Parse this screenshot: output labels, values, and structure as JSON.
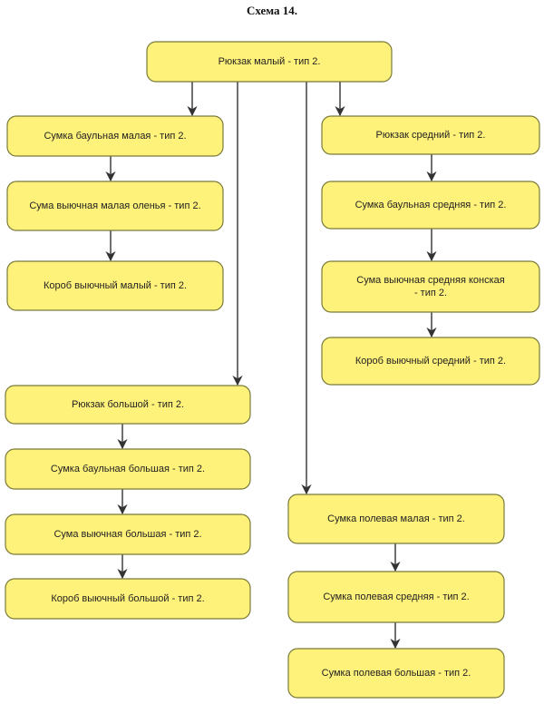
{
  "title": "Схема 14.",
  "colors": {
    "node_fill": "#fff27a",
    "node_stroke": "#7a7a3a",
    "edge": "#333333"
  },
  "nodes": [
    {
      "id": "n0",
      "lines": [
        "Рюкзак малый - тип 2."
      ]
    },
    {
      "id": "n1",
      "lines": [
        "Сумка баульная малая - тип 2."
      ]
    },
    {
      "id": "n2",
      "lines": [
        "Сума выючная малая оленья - тип 2."
      ]
    },
    {
      "id": "n3",
      "lines": [
        "Короб выючный малый - тип 2."
      ]
    },
    {
      "id": "n4",
      "lines": [
        "Рюкзак средний - тип 2."
      ]
    },
    {
      "id": "n5",
      "lines": [
        "Сумка баульная средняя - тип 2."
      ]
    },
    {
      "id": "n6",
      "lines": [
        "Сума выючная средняя конская",
        "- тип 2."
      ]
    },
    {
      "id": "n7",
      "lines": [
        "Короб выючный средний - тип 2."
      ]
    },
    {
      "id": "n8",
      "lines": [
        "Рюкзак большой - тип 2."
      ]
    },
    {
      "id": "n9",
      "lines": [
        "Сумка баульная большая - тип 2."
      ]
    },
    {
      "id": "n10",
      "lines": [
        "Сума выючная большая - тип 2."
      ]
    },
    {
      "id": "n11",
      "lines": [
        "Короб выючный большой - тип 2."
      ]
    },
    {
      "id": "n12",
      "lines": [
        "Сумка полевая малая - тип 2."
      ]
    },
    {
      "id": "n13",
      "lines": [
        "Сумка полевая средняя - тип 2."
      ]
    },
    {
      "id": "n14",
      "lines": [
        "Сумка полевая большая - тип 2."
      ]
    }
  ],
  "edges": [
    [
      "n0",
      "n1"
    ],
    [
      "n1",
      "n2"
    ],
    [
      "n2",
      "n3"
    ],
    [
      "n0",
      "n4"
    ],
    [
      "n4",
      "n5"
    ],
    [
      "n5",
      "n6"
    ],
    [
      "n6",
      "n7"
    ],
    [
      "n0",
      "n8"
    ],
    [
      "n8",
      "n9"
    ],
    [
      "n9",
      "n10"
    ],
    [
      "n10",
      "n11"
    ],
    [
      "n0",
      "n12"
    ],
    [
      "n12",
      "n13"
    ],
    [
      "n13",
      "n14"
    ]
  ]
}
